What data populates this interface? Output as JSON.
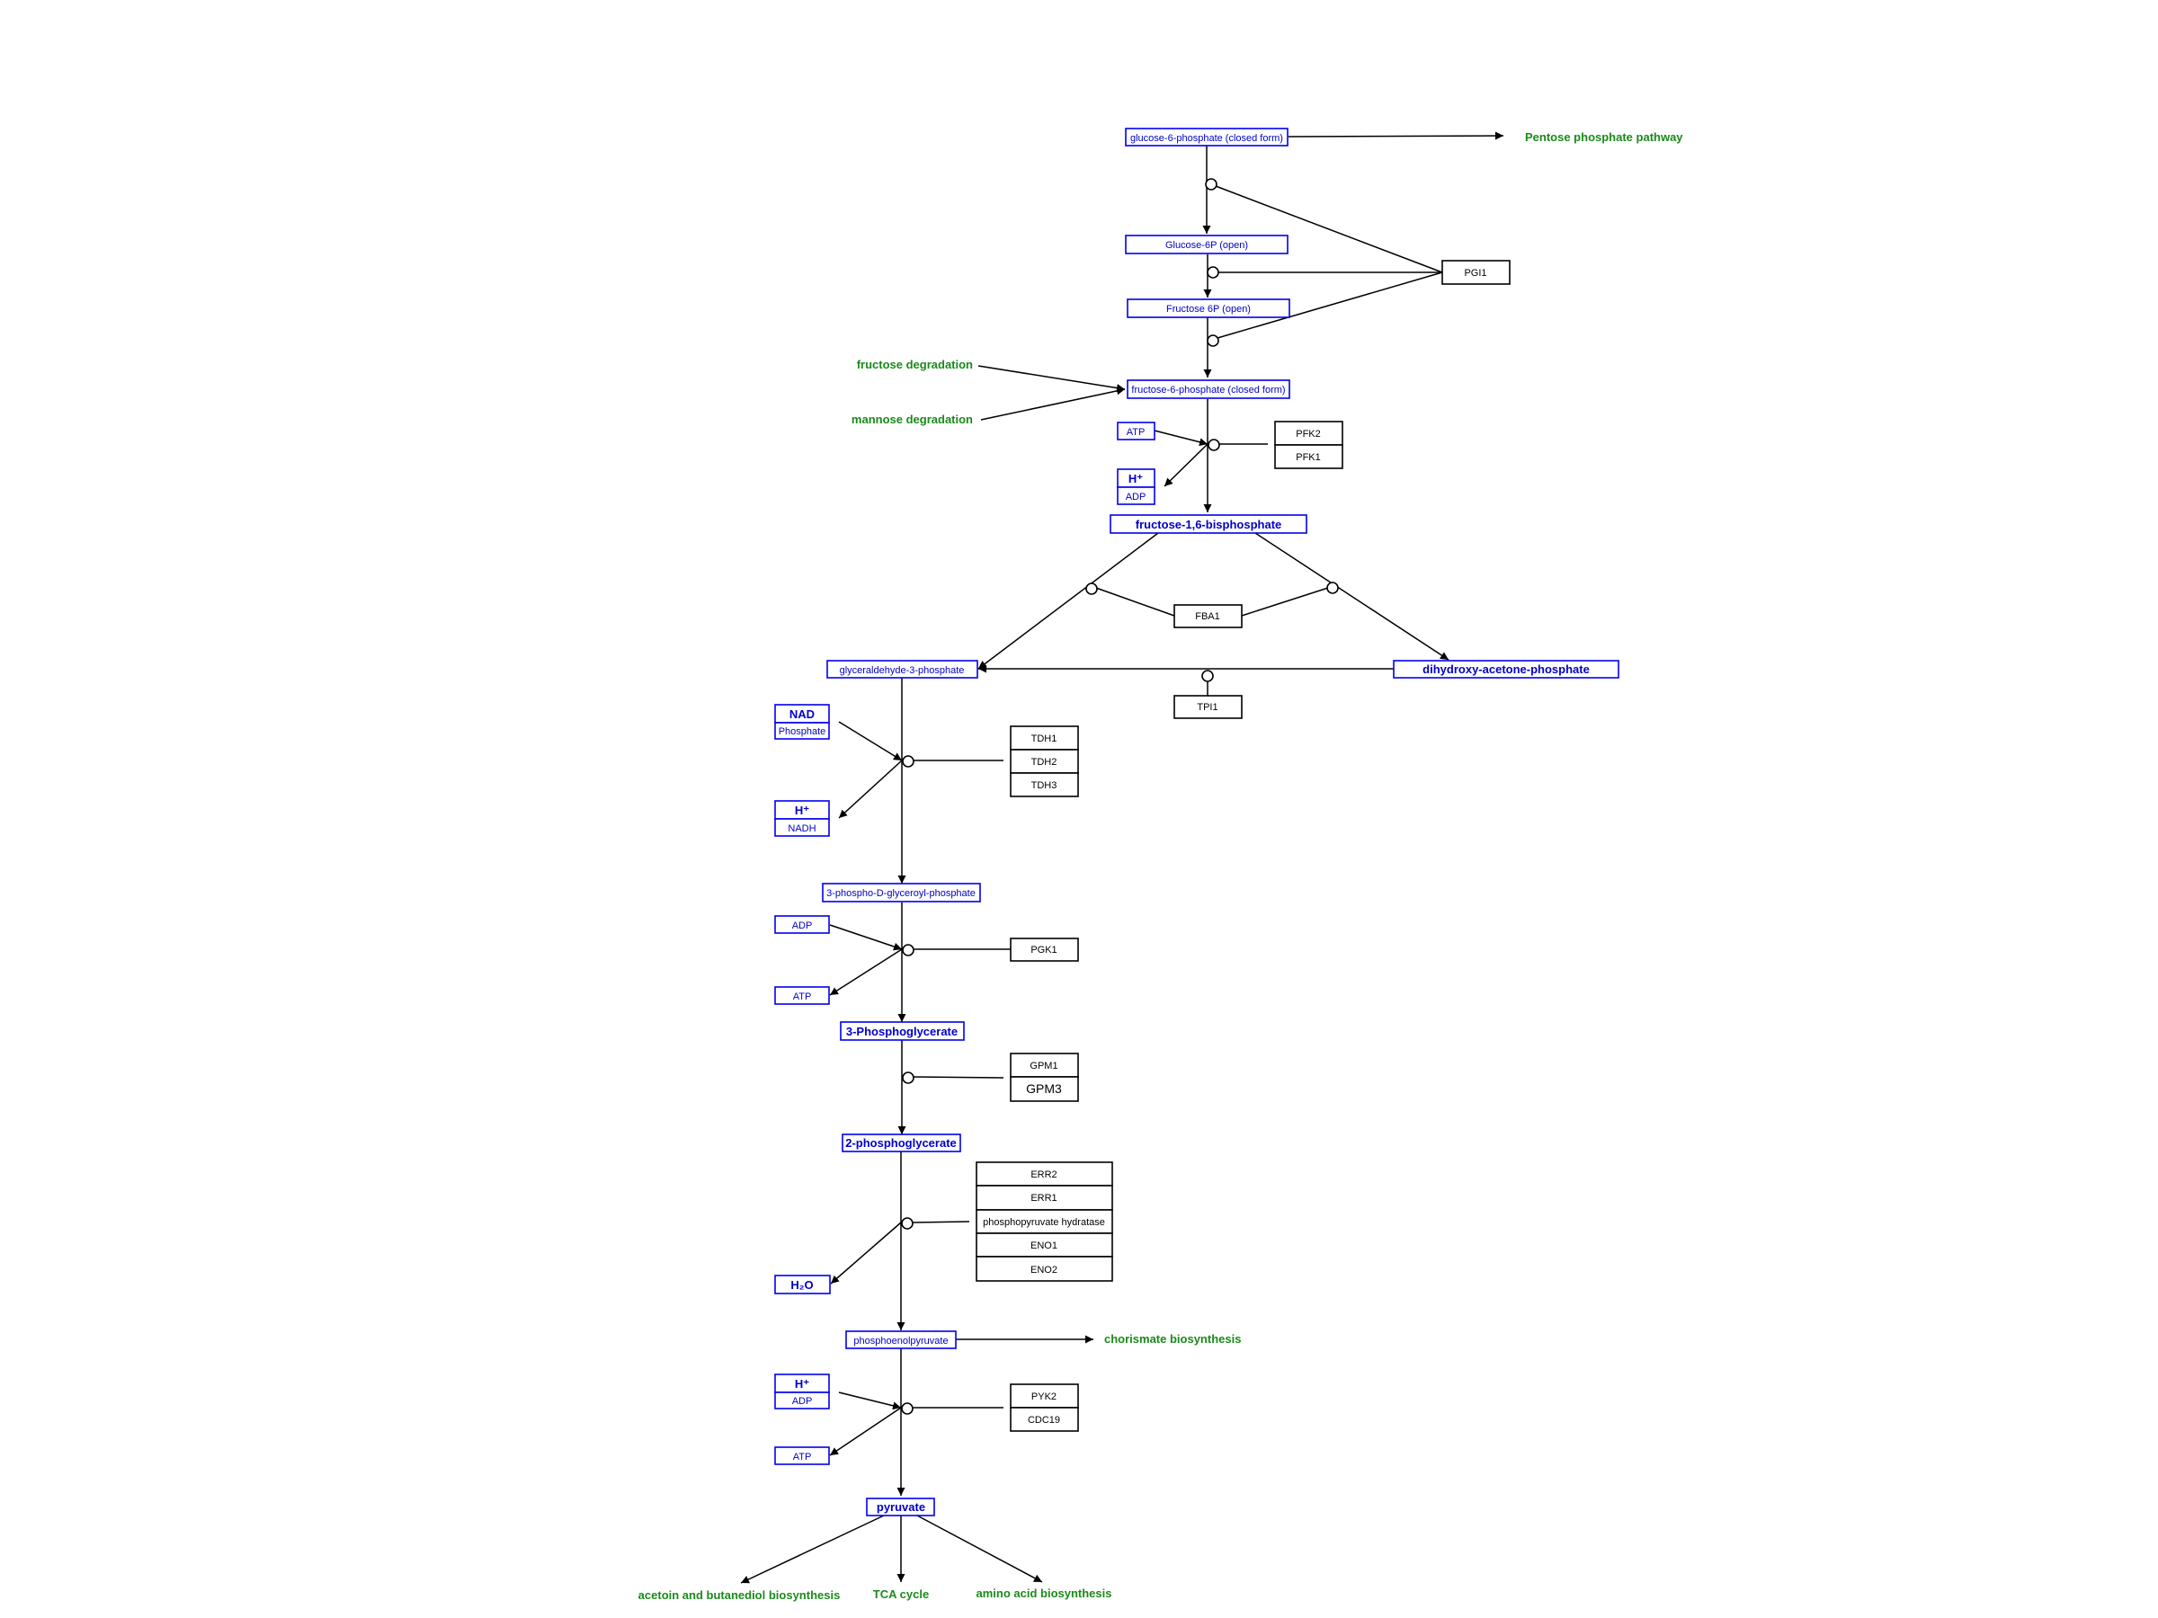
{
  "diagram": {
    "pathway_links": {
      "pentose": "Pentose phosphate pathway",
      "fructose_degradation": "fructose degradation",
      "mannose_degradation": "mannose degradation",
      "chorismate": "chorismate biosynthesis",
      "acetoin": "acetoin and butanediol biosynthesis",
      "tca": "TCA cycle",
      "amino_acid": "amino acid biosynthesis"
    },
    "metabolites": {
      "g6p_closed": "glucose-6-phosphate (closed form)",
      "g6p_open": "Glucose-6P (open)",
      "f6p_open": "Fructose 6P (open)",
      "f6p_closed": "fructose-6-phosphate (closed form)",
      "atp_1": "ATP",
      "h_1": "H⁺",
      "adp_1": "ADP",
      "f16bp": "fructose-1,6-bisphosphate",
      "g3p": "glyceraldehyde-3-phosphate",
      "dhap": "dihydroxy-acetone-phosphate",
      "nad": "NAD",
      "phosphate": "Phosphate",
      "h_2": "H⁺",
      "nadh": "NADH",
      "bpg": "3-phospho-D-glyceroyl-phosphate",
      "adp_2": "ADP",
      "atp_2": "ATP",
      "pg3": "3-Phosphoglycerate",
      "pg2": "2-phosphoglycerate",
      "h2o": "H₂O",
      "pep": "phosphoenolpyruvate",
      "h_3": "H⁺",
      "adp_3": "ADP",
      "atp_3": "ATP",
      "pyruvate": "pyruvate"
    },
    "genes": {
      "pgi1": "PGI1",
      "pfk2": "PFK2",
      "pfk1": "PFK1",
      "fba1": "FBA1",
      "tpi1": "TPI1",
      "tdh1": "TDH1",
      "tdh2": "TDH2",
      "tdh3": "TDH3",
      "pgk1": "PGK1",
      "gpm1": "GPM1",
      "gpm3": "GPM3",
      "err2": "ERR2",
      "err1": "ERR1",
      "pph": "phosphopyruvate hydratase",
      "eno1": "ENO1",
      "eno2": "ENO2",
      "pyk2": "PYK2",
      "cdc19": "CDC19"
    },
    "colors": {
      "metabolite": "#0000ee",
      "gene": "#000000",
      "pathway_link": "#1a8a1a"
    }
  }
}
